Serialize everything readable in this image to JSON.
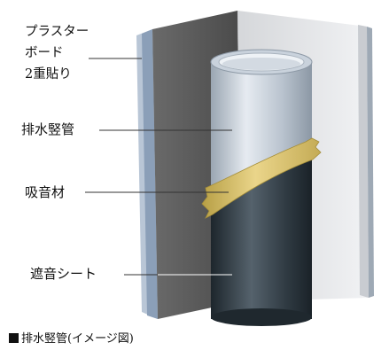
{
  "labels": {
    "plaster_board_line1": "プラスター",
    "plaster_board_line2": "ボード",
    "plaster_board_line3": "2重貼り",
    "drain_pipe": "排水竪管",
    "sound_absorber": "吸音材",
    "sound_insulation_sheet": "遮音シート"
  },
  "caption": "排水竪管(イメージ図)",
  "colors": {
    "board_face": "#5c5c5c",
    "board_face_right": "#e9eaec",
    "pipe_light": "#c7d0da",
    "pipe_dark": "#2f3a42",
    "absorber": "#d8c06a",
    "leader_line": "#333333"
  }
}
